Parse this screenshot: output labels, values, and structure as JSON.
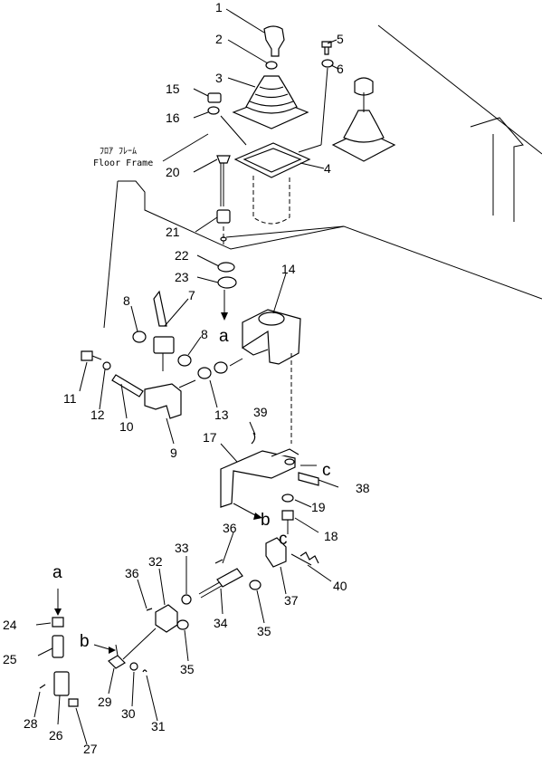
{
  "floor_frame": {
    "label_jp": "ﾌﾛｱ ﾌﾚｰﾑ",
    "label_en": "Floor Frame"
  },
  "callouts": [
    {
      "id": "1",
      "text": "1"
    },
    {
      "id": "2",
      "text": "2"
    },
    {
      "id": "3",
      "text": "3"
    },
    {
      "id": "4",
      "text": "4"
    },
    {
      "id": "5",
      "text": "5"
    },
    {
      "id": "6",
      "text": "6"
    },
    {
      "id": "7",
      "text": "7"
    },
    {
      "id": "8a",
      "text": "8"
    },
    {
      "id": "8b",
      "text": "8"
    },
    {
      "id": "9",
      "text": "9"
    },
    {
      "id": "10",
      "text": "10"
    },
    {
      "id": "11",
      "text": "11"
    },
    {
      "id": "12",
      "text": "12"
    },
    {
      "id": "13",
      "text": "13"
    },
    {
      "id": "14",
      "text": "14"
    },
    {
      "id": "15",
      "text": "15"
    },
    {
      "id": "16",
      "text": "16"
    },
    {
      "id": "17",
      "text": "17"
    },
    {
      "id": "18",
      "text": "18"
    },
    {
      "id": "19",
      "text": "19"
    },
    {
      "id": "20",
      "text": "20"
    },
    {
      "id": "21",
      "text": "21"
    },
    {
      "id": "22",
      "text": "22"
    },
    {
      "id": "23",
      "text": "23"
    },
    {
      "id": "24",
      "text": "24"
    },
    {
      "id": "25",
      "text": "25"
    },
    {
      "id": "26",
      "text": "26"
    },
    {
      "id": "27",
      "text": "27"
    },
    {
      "id": "28",
      "text": "28"
    },
    {
      "id": "29",
      "text": "29"
    },
    {
      "id": "30",
      "text": "30"
    },
    {
      "id": "31",
      "text": "31"
    },
    {
      "id": "32",
      "text": "32"
    },
    {
      "id": "33",
      "text": "33"
    },
    {
      "id": "34",
      "text": "34"
    },
    {
      "id": "35a",
      "text": "35"
    },
    {
      "id": "35b",
      "text": "35"
    },
    {
      "id": "36a",
      "text": "36"
    },
    {
      "id": "36b",
      "text": "36"
    },
    {
      "id": "37",
      "text": "37"
    },
    {
      "id": "38",
      "text": "38"
    },
    {
      "id": "39",
      "text": "39"
    },
    {
      "id": "40",
      "text": "40"
    }
  ],
  "connectors": [
    {
      "id": "a1",
      "text": "a"
    },
    {
      "id": "a2",
      "text": "a"
    },
    {
      "id": "b1",
      "text": "b"
    },
    {
      "id": "b2",
      "text": "b"
    },
    {
      "id": "c1",
      "text": "c"
    },
    {
      "id": "c2",
      "text": "c"
    }
  ]
}
